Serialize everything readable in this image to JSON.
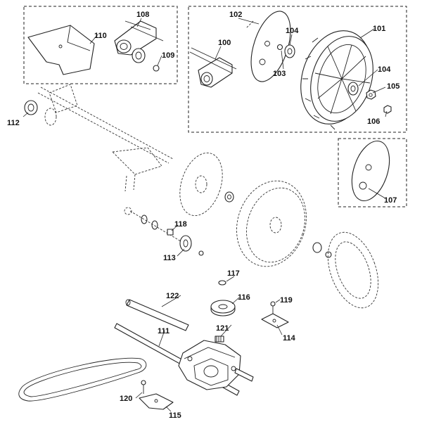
{
  "diagram": {
    "callouts": {
      "c100": "100",
      "c101": "101",
      "c102": "102",
      "c103": "103",
      "c104a": "104",
      "c104b": "104",
      "c105": "105",
      "c106": "106",
      "c107": "107",
      "c108": "108",
      "c109": "109",
      "c110": "110",
      "c111": "111",
      "c112": "112",
      "c113": "113",
      "c114": "114",
      "c115": "115",
      "c116": "116",
      "c117": "117",
      "c118": "118",
      "c119": "119",
      "c120": "120",
      "c121": "121",
      "c122": "122"
    }
  }
}
